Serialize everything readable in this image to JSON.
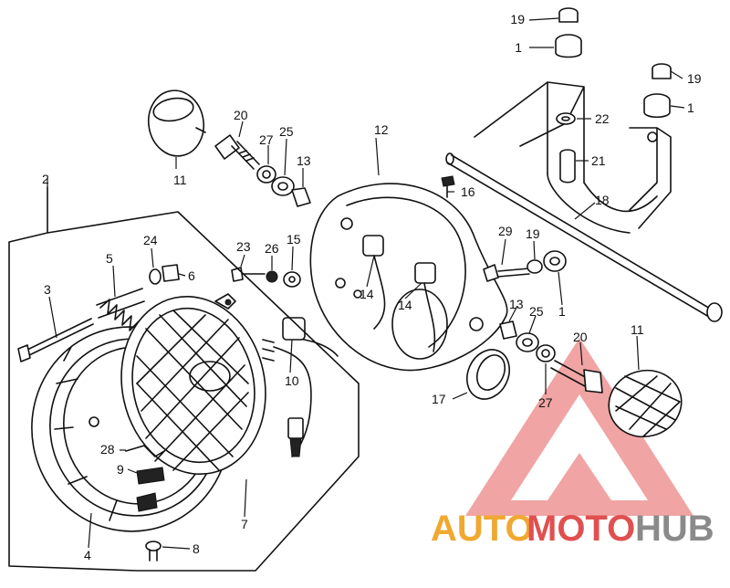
{
  "callouts": {
    "c19a": "19",
    "c1a": "1",
    "c19b": "19",
    "c1b": "1",
    "c22": "22",
    "c21": "21",
    "c18": "18",
    "c16": "16",
    "c12": "12",
    "c11a": "11",
    "c20a": "20",
    "c27a": "27",
    "c25a": "25",
    "c13a": "13",
    "c2": "2",
    "c24": "24",
    "c5": "5",
    "c6": "6",
    "c3": "3",
    "c23": "23",
    "c26": "26",
    "c15": "15",
    "c14a": "14",
    "c14b": "14",
    "c10": "10",
    "c29": "29",
    "c19c": "19",
    "c1c": "1",
    "c13b": "13",
    "c25b": "25",
    "c20b": "20",
    "c11b": "11",
    "c27b": "27",
    "c17": "17",
    "c28": "28",
    "c9": "9",
    "c7": "7",
    "c8": "8",
    "c4": "4"
  },
  "watermark": {
    "part1": "AUTO",
    "part2": "MOTO",
    "part3": "HUB",
    "color_orange": "#f0a830",
    "color_red": "#e05050",
    "color_gray": "#8a8a8a"
  }
}
